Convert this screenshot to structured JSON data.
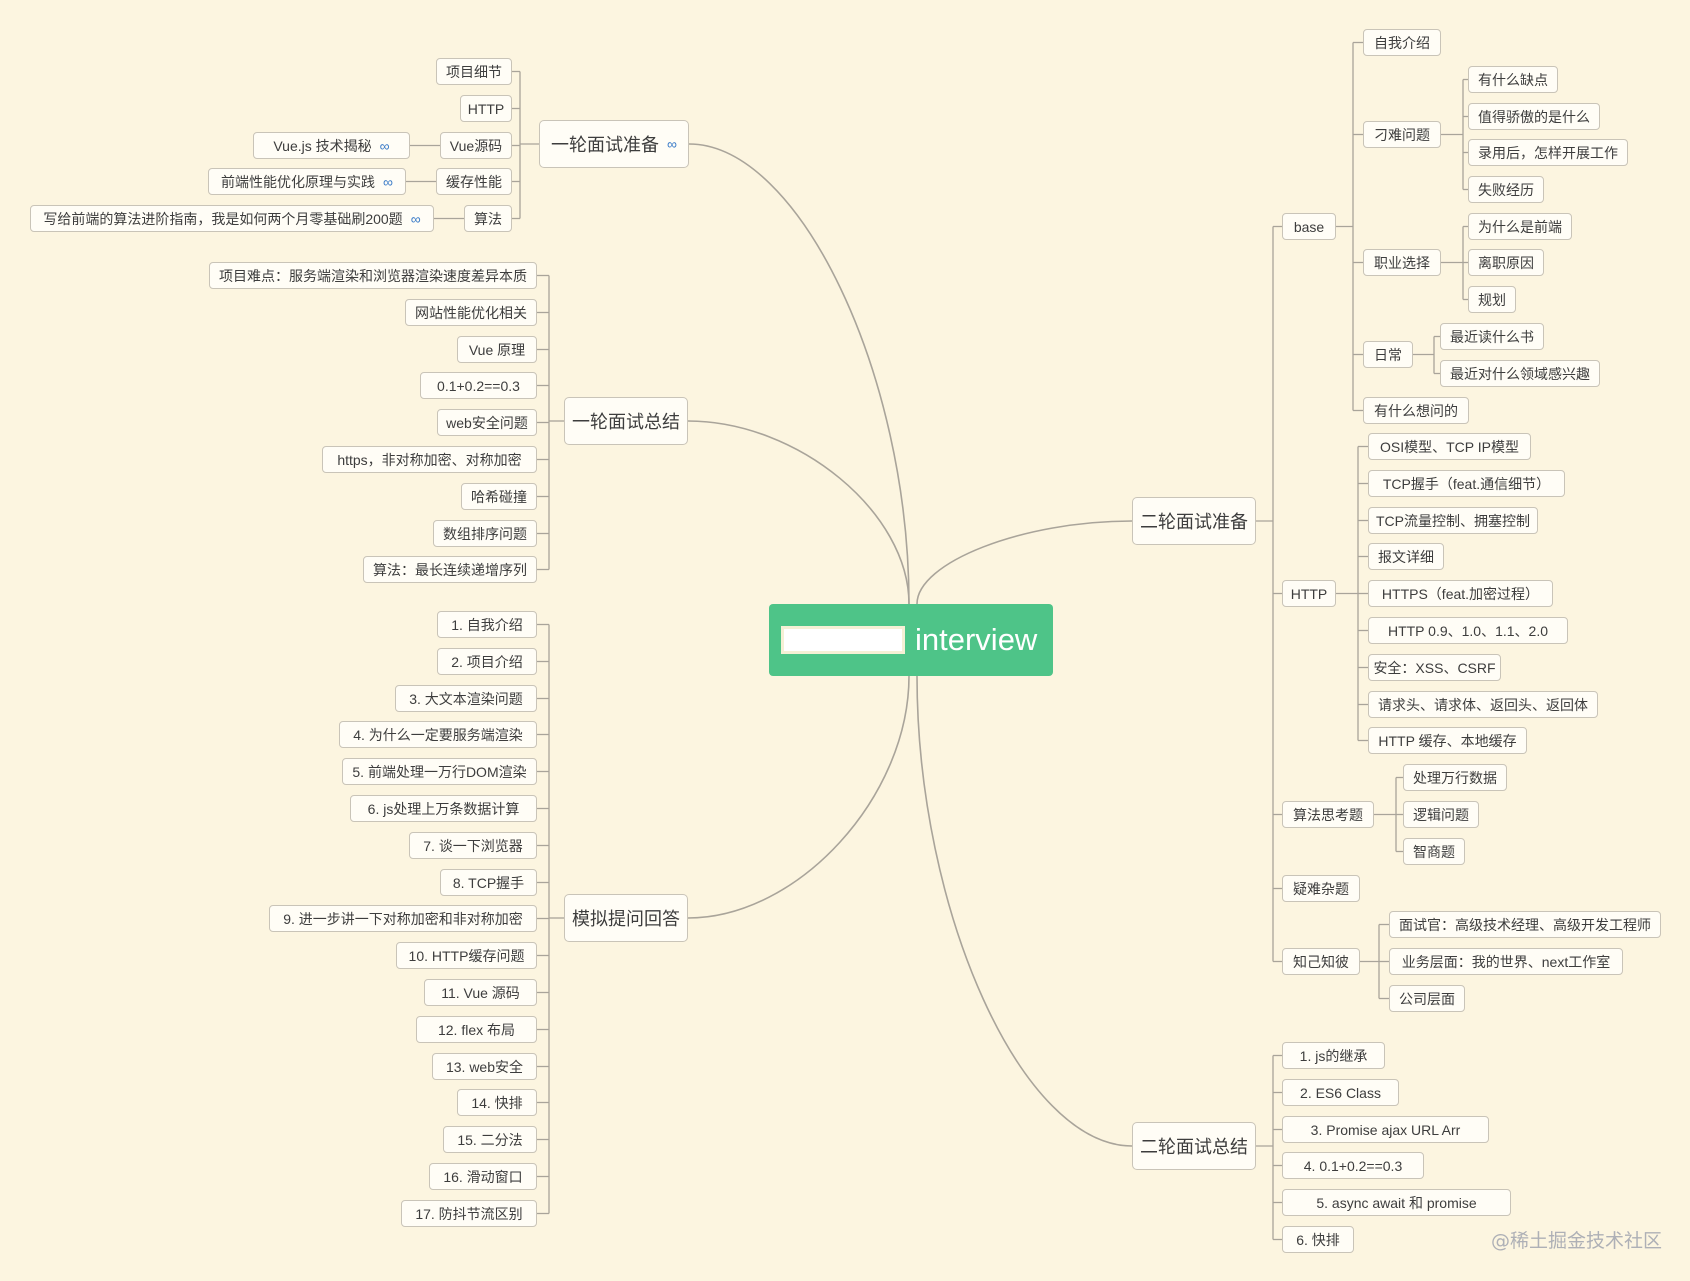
{
  "root": {
    "label": "interview"
  },
  "watermark": "@稀土掘金技术社区",
  "colors": {
    "background": "#fcf5e0",
    "root": "#4ec488",
    "node_border": "#c9c4b8",
    "line": "#a9a49a",
    "link_icon": "#3a7bc8"
  },
  "branches": [
    {
      "id": "b1",
      "label": "一轮面试准备",
      "has_link": true,
      "side": "left",
      "children": [
        {
          "label": "项目细节"
        },
        {
          "label": "HTTP"
        },
        {
          "label": "Vue源码",
          "children": [
            {
              "label": "Vue.js 技术揭秘",
              "has_link": true
            }
          ]
        },
        {
          "label": "缓存性能",
          "children": [
            {
              "label": "前端性能优化原理与实践",
              "has_link": true
            }
          ]
        },
        {
          "label": "算法",
          "children": [
            {
              "label": "写给前端的算法进阶指南，我是如何两个月零基础刷200题",
              "has_link": true
            }
          ]
        }
      ]
    },
    {
      "id": "b2",
      "label": "一轮面试总结",
      "side": "left",
      "children": [
        {
          "label": "项目难点：服务端渲染和浏览器渲染速度差异本质"
        },
        {
          "label": "网站性能优化相关"
        },
        {
          "label": "Vue 原理"
        },
        {
          "label": "0.1+0.2==0.3"
        },
        {
          "label": "web安全问题"
        },
        {
          "label": "https，非对称加密、对称加密"
        },
        {
          "label": "哈希碰撞"
        },
        {
          "label": "数组排序问题"
        },
        {
          "label": "算法：最长连续递增序列"
        }
      ]
    },
    {
      "id": "b3",
      "label": "模拟提问回答",
      "side": "left",
      "children": [
        {
          "label": "1. 自我介绍"
        },
        {
          "label": "2. 项目介绍"
        },
        {
          "label": "3. 大文本渲染问题"
        },
        {
          "label": "4. 为什么一定要服务端渲染"
        },
        {
          "label": "5. 前端处理一万行DOM渲染"
        },
        {
          "label": "6. js处理上万条数据计算"
        },
        {
          "label": "7. 谈一下浏览器"
        },
        {
          "label": "8. TCP握手"
        },
        {
          "label": "9. 进一步讲一下对称加密和非对称加密"
        },
        {
          "label": "10. HTTP缓存问题"
        },
        {
          "label": "11. Vue 源码"
        },
        {
          "label": "12. flex 布局"
        },
        {
          "label": "13. web安全"
        },
        {
          "label": "14. 快排"
        },
        {
          "label": "15. 二分法"
        },
        {
          "label": "16. 滑动窗口"
        },
        {
          "label": "17. 防抖节流区别"
        }
      ]
    },
    {
      "id": "b4",
      "label": "二轮面试准备",
      "side": "right",
      "children": [
        {
          "label": "base",
          "children": [
            {
              "label": "自我介绍"
            },
            {
              "label": "刁难问题",
              "children": [
                {
                  "label": "有什么缺点"
                },
                {
                  "label": "值得骄傲的是什么"
                },
                {
                  "label": "录用后，怎样开展工作"
                },
                {
                  "label": "失败经历"
                }
              ]
            },
            {
              "label": "职业选择",
              "children": [
                {
                  "label": "为什么是前端"
                },
                {
                  "label": "离职原因"
                },
                {
                  "label": "规划"
                }
              ]
            },
            {
              "label": "日常",
              "children": [
                {
                  "label": "最近读什么书"
                },
                {
                  "label": "最近对什么领域感兴趣"
                }
              ]
            },
            {
              "label": "有什么想问的"
            }
          ]
        },
        {
          "label": "HTTP",
          "children": [
            {
              "label": "OSI模型、TCP IP模型"
            },
            {
              "label": "TCP握手（feat.通信细节）"
            },
            {
              "label": "TCP流量控制、拥塞控制"
            },
            {
              "label": "报文详细"
            },
            {
              "label": "HTTPS（feat.加密过程）"
            },
            {
              "label": "HTTP 0.9、1.0、1.1、2.0"
            },
            {
              "label": "安全：XSS、CSRF"
            },
            {
              "label": "请求头、请求体、返回头、返回体"
            },
            {
              "label": "HTTP 缓存、本地缓存"
            }
          ]
        },
        {
          "label": "算法思考题",
          "children": [
            {
              "label": "处理万行数据"
            },
            {
              "label": "逻辑问题"
            },
            {
              "label": "智商题"
            }
          ]
        },
        {
          "label": "疑难杂题"
        },
        {
          "label": "知己知彼",
          "children": [
            {
              "label": "面试官：高级技术经理、高级开发工程师"
            },
            {
              "label": "业务层面：我的世界、next工作室"
            },
            {
              "label": "公司层面"
            }
          ]
        }
      ]
    },
    {
      "id": "b5",
      "label": "二轮面试总结",
      "side": "right",
      "children": [
        {
          "label": "1. js的继承"
        },
        {
          "label": "2. ES6 Class"
        },
        {
          "label": "3. Promise ajax URL Arr"
        },
        {
          "label": "4. 0.1+0.2==0.3"
        },
        {
          "label": "5. async  await 和 promise"
        },
        {
          "label": "6. 快排"
        }
      ]
    }
  ]
}
